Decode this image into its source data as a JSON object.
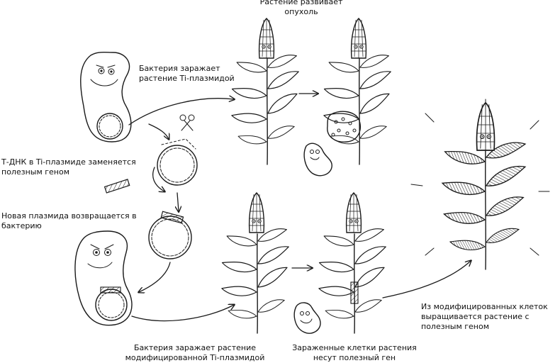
{
  "captions": {
    "tumor": [
      "Растение развивает",
      "опухоль"
    ],
    "infects_ti": [
      "Бактерия заражает",
      "растение Ti-плазмидой"
    ],
    "tdna_replaced": [
      "Т-ДНК в Ti-плазмиде заменяется",
      "полезным геном"
    ],
    "plasmid_returns": [
      "Новая плазмида возвращается в",
      "бактерию"
    ],
    "infects_modified": [
      "Бактерия заражает растение",
      "модифицированной Ti-плазмидой"
    ],
    "cells_carry_gene": [
      "Зараженные клетки растения",
      "несут полезный ген"
    ],
    "grown_plant": [
      "Из модифицированных клеток",
      "выращивается растение с",
      "полезным геном"
    ]
  },
  "icons": {
    "bacterium": "bacterium-icon",
    "plasmid": "plasmid-icon",
    "scissors": "scissors-icon",
    "gene": "gene-fragment-icon",
    "plant": "plant-icon",
    "tumor": "tumor-icon"
  },
  "colors": {
    "ink": "#1a1a1a",
    "background": "#ffffff"
  }
}
